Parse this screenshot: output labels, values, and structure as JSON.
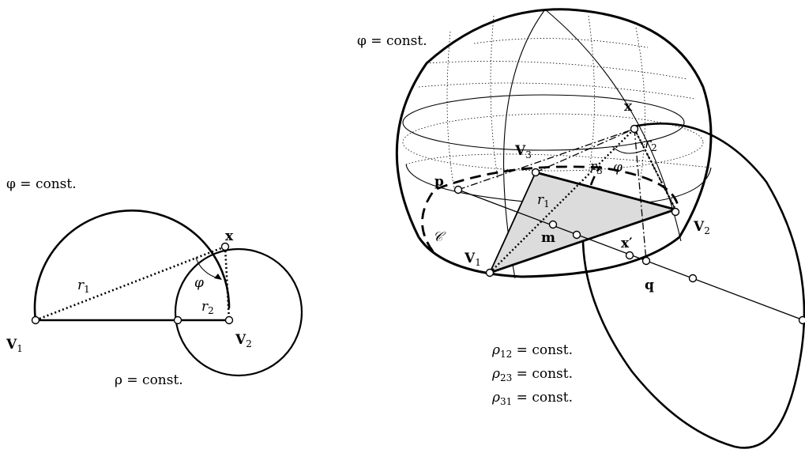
{
  "left_diagram": {
    "phi_const": "φ = const.",
    "rho_const": "ρ = const.",
    "x_label": "x",
    "v1": {
      "main": "V",
      "sub": "1"
    },
    "v2": {
      "main": "V",
      "sub": "2"
    },
    "r1": {
      "main": "r",
      "sub": "1"
    },
    "r2": {
      "main": "r",
      "sub": "2"
    },
    "phi": "φ"
  },
  "right_diagram": {
    "phi_const": "φ = const.",
    "x_label": "x",
    "x_prime": "x′",
    "p_label": "p",
    "m_label": "m",
    "q_label": "q",
    "c_label": "𝒞",
    "v1": {
      "main": "V",
      "sub": "1"
    },
    "v2": {
      "main": "V",
      "sub": "2"
    },
    "v3": {
      "main": "V",
      "sub": "3"
    },
    "r1": {
      "main": "r",
      "sub": "1"
    },
    "r2": {
      "main": "r",
      "sub": "2"
    },
    "r3": {
      "main": "r",
      "sub": "3"
    },
    "phi": "φ",
    "rho12": {
      "main": "ρ",
      "sub": "12",
      "rest": " = const."
    },
    "rho23": {
      "main": "ρ",
      "sub": "23",
      "rest": " = const."
    },
    "rho31": {
      "main": "ρ",
      "sub": "31",
      "rest": " = const."
    }
  }
}
